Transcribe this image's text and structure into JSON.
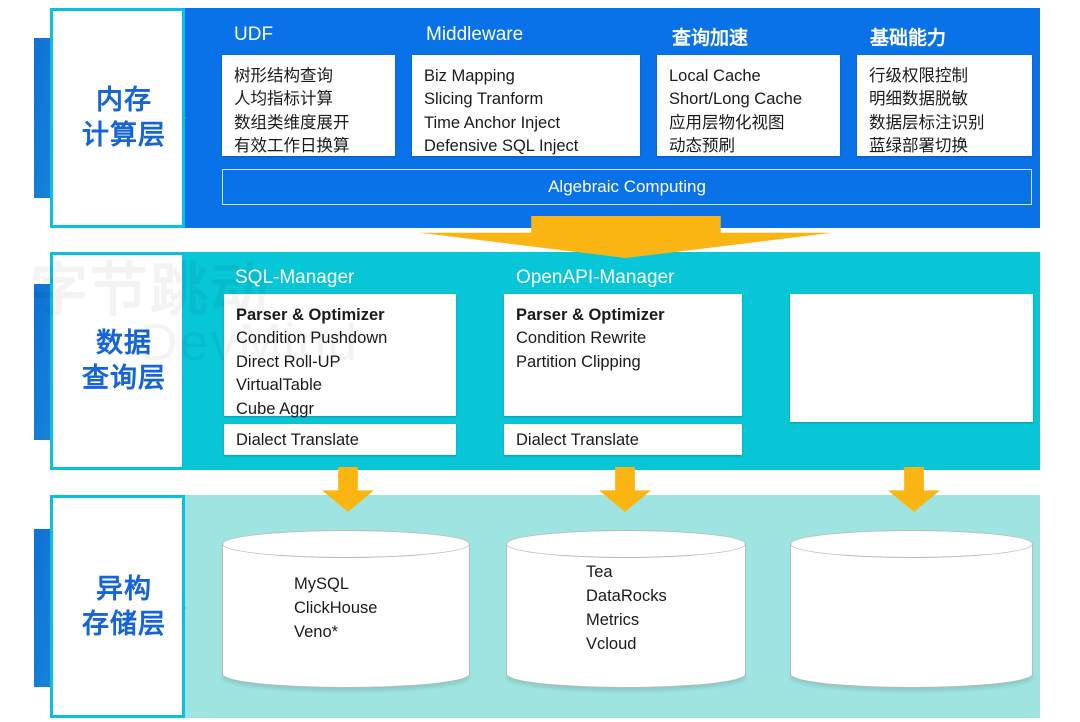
{
  "colors": {
    "band_compute": "#0a72e8",
    "band_query": "#07c6d7",
    "band_storage": "#9ee5e2",
    "arrow": "#fbb512",
    "label_text": "#1565d8",
    "label_border": "#0ac0e0"
  },
  "watermark": {
    "line1": "字节跳动",
    "line2": "DevMind"
  },
  "layers": [
    {
      "id": "compute",
      "label_line1": "内存",
      "label_line2": "计算层",
      "columns": [
        {
          "title": "UDF",
          "items": [
            "树形结构查询",
            "人均指标计算",
            "数组类维度展开",
            "有效工作日换算"
          ]
        },
        {
          "title": "Middleware",
          "items": [
            "Biz Mapping",
            "Slicing Tranform",
            "Time Anchor Inject",
            "Defensive SQL Inject"
          ]
        },
        {
          "title": "查询加速",
          "items": [
            "Local Cache",
            "Short/Long Cache",
            "应用层物化视图",
            "动态预刷"
          ]
        },
        {
          "title": "基础能力",
          "items": [
            "行级权限控制",
            "明细数据脱敏",
            "数据层标注识别",
            "蓝绿部署切换"
          ]
        }
      ],
      "footer_bar": "Algebraic Computing"
    },
    {
      "id": "query",
      "label_line1": "数据",
      "label_line2": "查询层",
      "columns": [
        {
          "title": "SQL-Manager",
          "items": [
            "Parser & Optimizer",
            "Condition Pushdown",
            "Direct Roll-UP",
            "VirtualTable",
            "Cube Aggr"
          ],
          "bold_first": true,
          "sub_box": "Dialect Translate"
        },
        {
          "title": "OpenAPI-Manager",
          "items": [
            "Parser & Optimizer",
            "Condition Rewrite",
            "Partition Clipping"
          ],
          "bold_first": true,
          "sub_box": "Dialect Translate"
        },
        {
          "title": "",
          "items": [],
          "bold_first": false,
          "sub_box": ""
        }
      ]
    },
    {
      "id": "storage",
      "label_line1": "异构",
      "label_line2": "存储层",
      "cylinders": [
        {
          "items": [
            "MySQL",
            "ClickHouse",
            "Veno*"
          ]
        },
        {
          "items": [
            "Tea",
            "DataRocks",
            "Metrics",
            "Vcloud"
          ]
        },
        {
          "items": []
        }
      ]
    }
  ]
}
